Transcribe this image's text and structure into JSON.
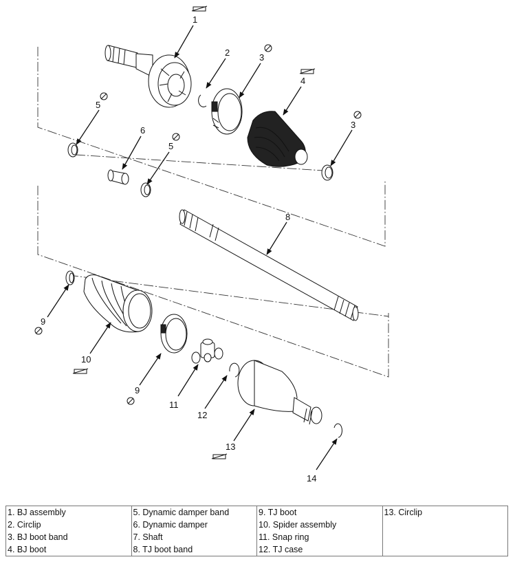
{
  "callouts": [
    "1",
    "2",
    "3",
    "4",
    "5",
    "6",
    "5",
    "3",
    "8",
    "9",
    "10",
    "9",
    "11",
    "12",
    "13",
    "14"
  ],
  "legend": [
    [
      "1. BJ assembly",
      "2. Circlip",
      "3. BJ boot band",
      "4. BJ boot"
    ],
    [
      "5. Dynamic damper band",
      "6. Dynamic damper",
      "7. Shaft",
      "8. TJ boot band"
    ],
    [
      "9. TJ boot",
      "10. Spider assembly",
      "11. Snap ring",
      "12. TJ case"
    ],
    [
      "13. Circlip"
    ]
  ]
}
